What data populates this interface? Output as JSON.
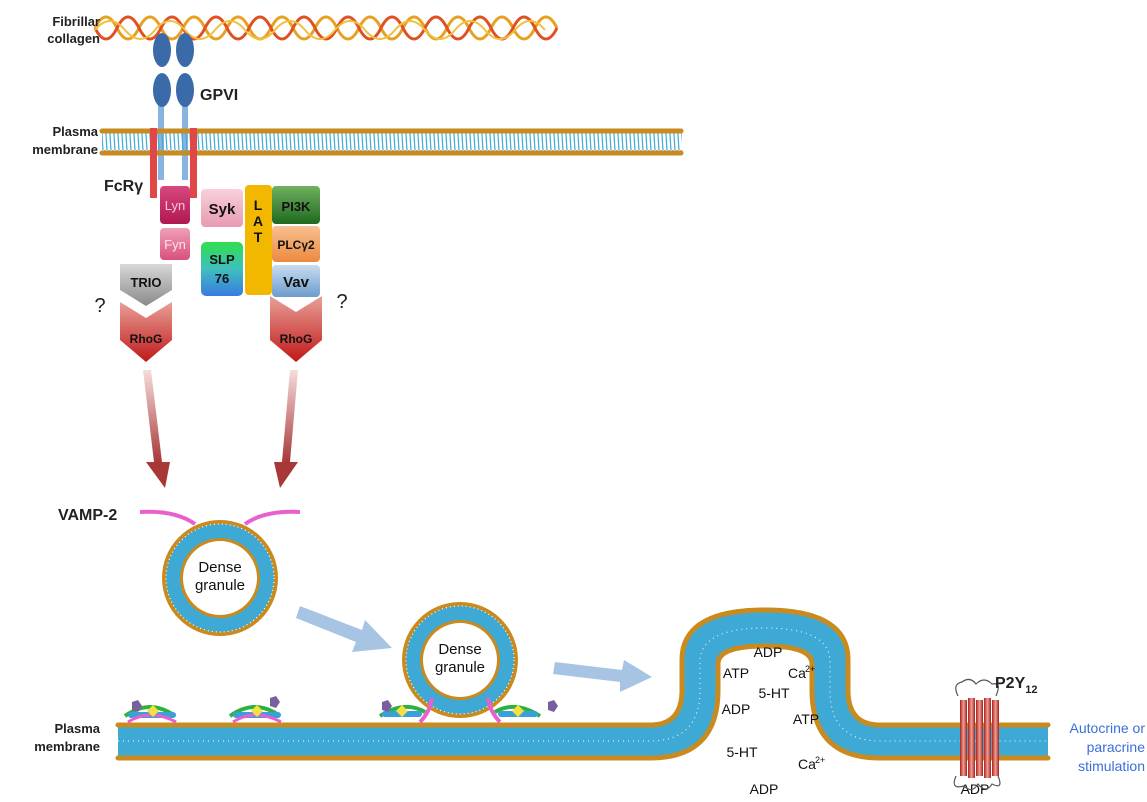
{
  "labels": {
    "fibrillar": "Fibrillar",
    "collagen": "collagen",
    "gpvi": "GPVI",
    "plasma_top_1": "Plasma",
    "plasma_top_2": "membrane",
    "fcr": "FcRγ",
    "plasma_bottom_1": "Plasma",
    "plasma_bottom_2": "membrane",
    "vamp2": "VAMP-2",
    "q_left": "?",
    "q_right": "?",
    "p2y": "P2Y",
    "p2y_sub": "12",
    "stim_1": "Autocrine or",
    "stim_2": "paracrine",
    "stim_3": "stimulation"
  },
  "kinases": {
    "lyn": "Lyn",
    "fyn": "Fyn",
    "syk": "Syk",
    "lat": [
      "L",
      "A",
      "T"
    ],
    "pi3k": "PI3K",
    "plcg2": "PLCγ2",
    "slp_1": "SLP",
    "slp_2": "76",
    "vav": "Vav",
    "trio": "TRIO",
    "rhog_left": "RhoG",
    "rhog_right": "RhoG"
  },
  "granule": {
    "g1_line1": "Dense",
    "g1_line2": "granule",
    "g2_line1": "Dense",
    "g2_line2": "granule"
  },
  "released": {
    "adp_a": "ADP",
    "atp_a": "ATP",
    "ca_a": "Ca",
    "ca_a_sup": "2+",
    "ht_a": "5-HT",
    "adp_b": "ADP",
    "atp_b": "ATP",
    "ht_b": "5-HT",
    "ca_b": "Ca",
    "ca_b_sup": "2+",
    "adp_c": "ADP",
    "adp_d": "ADP"
  },
  "colors": {
    "lipid_head": "#c98a1e",
    "lipid_tail": "#3fa9d6",
    "gpvi": "#3a6aa8",
    "fcr": "#e04848",
    "stim": "#3a6fd8",
    "vamp": "#e860d0",
    "flow_arrow": "#a8c4e4"
  }
}
